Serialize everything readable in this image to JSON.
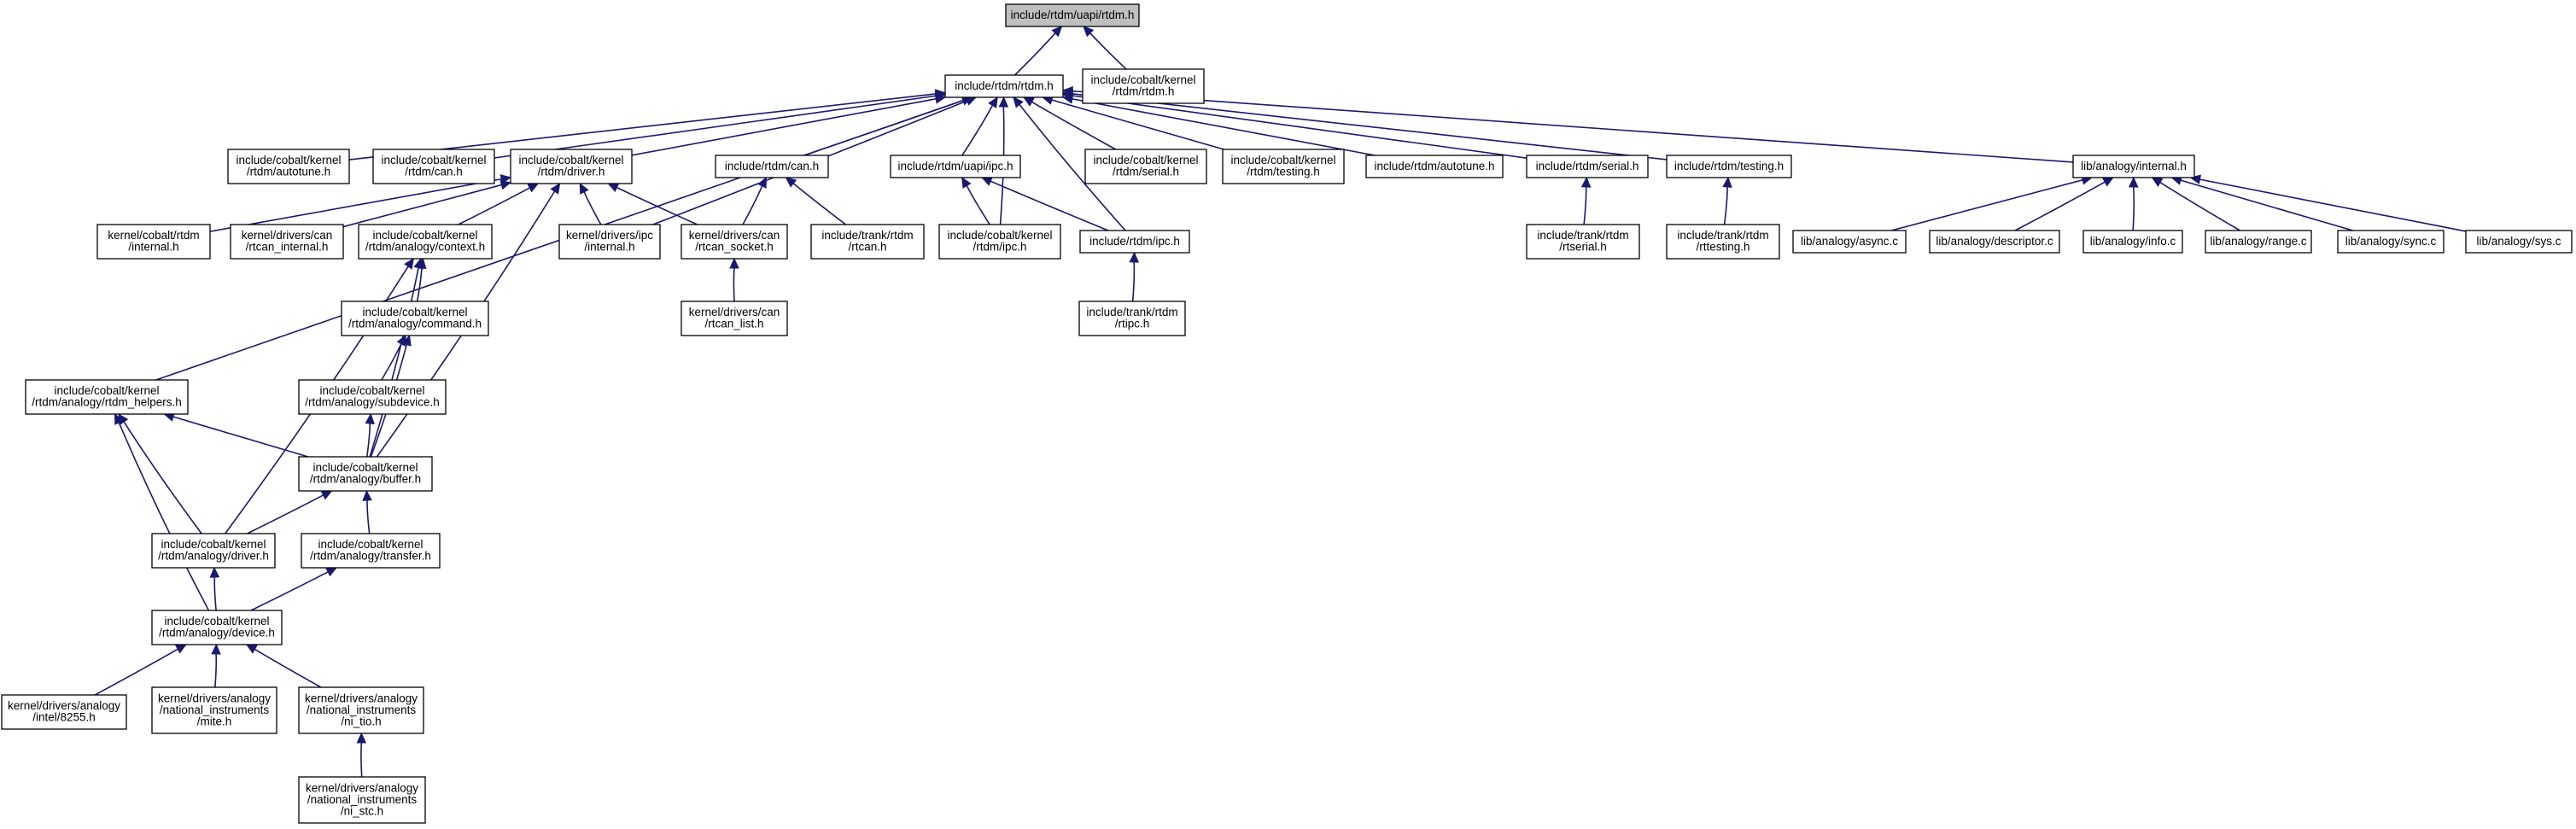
{
  "graph": {
    "nodes": [
      {
        "id": "uapi_rtdm",
        "lines": [
          "include/rtdm/uapi/rtdm.h"
        ],
        "root": true
      },
      {
        "id": "rtdm_h",
        "lines": [
          "include/rtdm/rtdm.h"
        ]
      },
      {
        "id": "cobalt_rtdm_rtdm",
        "lines": [
          "include/cobalt/kernel",
          "/rtdm/rtdm.h"
        ]
      },
      {
        "id": "cobalt_autotune",
        "lines": [
          "include/cobalt/kernel",
          "/rtdm/autotune.h"
        ]
      },
      {
        "id": "cobalt_can",
        "lines": [
          "include/cobalt/kernel",
          "/rtdm/can.h"
        ]
      },
      {
        "id": "cobalt_driver",
        "lines": [
          "include/cobalt/kernel",
          "/rtdm/driver.h"
        ]
      },
      {
        "id": "rtdm_can",
        "lines": [
          "include/rtdm/can.h"
        ]
      },
      {
        "id": "uapi_ipc",
        "lines": [
          "include/rtdm/uapi/ipc.h"
        ]
      },
      {
        "id": "cobalt_serial",
        "lines": [
          "include/cobalt/kernel",
          "/rtdm/serial.h"
        ]
      },
      {
        "id": "cobalt_testing",
        "lines": [
          "include/cobalt/kernel",
          "/rtdm/testing.h"
        ]
      },
      {
        "id": "rtdm_autotune",
        "lines": [
          "include/rtdm/autotune.h"
        ]
      },
      {
        "id": "rtdm_serial",
        "lines": [
          "include/rtdm/serial.h"
        ]
      },
      {
        "id": "rtdm_testing",
        "lines": [
          "include/rtdm/testing.h"
        ]
      },
      {
        "id": "analogy_internal",
        "lines": [
          "lib/analogy/internal.h"
        ]
      },
      {
        "id": "cobalt_internal",
        "lines": [
          "kernel/cobalt/rtdm",
          "/internal.h"
        ]
      },
      {
        "id": "can_internal",
        "lines": [
          "kernel/drivers/can",
          "/rtcan_internal.h"
        ]
      },
      {
        "id": "analogy_context",
        "lines": [
          "include/cobalt/kernel",
          "/rtdm/analogy/context.h"
        ]
      },
      {
        "id": "ipc_internal",
        "lines": [
          "kernel/drivers/ipc",
          "/internal.h"
        ]
      },
      {
        "id": "rtcan_socket",
        "lines": [
          "kernel/drivers/can",
          "/rtcan_socket.h"
        ]
      },
      {
        "id": "trank_rtcan",
        "lines": [
          "include/trank/rtdm",
          "/rtcan.h"
        ]
      },
      {
        "id": "cobalt_ipc",
        "lines": [
          "include/cobalt/kernel",
          "/rtdm/ipc.h"
        ]
      },
      {
        "id": "rtdm_ipc",
        "lines": [
          "include/rtdm/ipc.h"
        ]
      },
      {
        "id": "trank_rtserial",
        "lines": [
          "include/trank/rtdm",
          "/rtserial.h"
        ]
      },
      {
        "id": "trank_rttesting",
        "lines": [
          "include/trank/rtdm",
          "/rttesting.h"
        ]
      },
      {
        "id": "lib_async",
        "lines": [
          "lib/analogy/async.c"
        ]
      },
      {
        "id": "lib_descriptor",
        "lines": [
          "lib/analogy/descriptor.c"
        ]
      },
      {
        "id": "lib_info",
        "lines": [
          "lib/analogy/info.c"
        ]
      },
      {
        "id": "lib_range",
        "lines": [
          "lib/analogy/range.c"
        ]
      },
      {
        "id": "lib_sync",
        "lines": [
          "lib/analogy/sync.c"
        ]
      },
      {
        "id": "lib_sys",
        "lines": [
          "lib/analogy/sys.c"
        ]
      },
      {
        "id": "analogy_command",
        "lines": [
          "include/cobalt/kernel",
          "/rtdm/analogy/command.h"
        ]
      },
      {
        "id": "rtcan_list",
        "lines": [
          "kernel/drivers/can",
          "/rtcan_list.h"
        ]
      },
      {
        "id": "trank_rtipc",
        "lines": [
          "include/trank/rtdm",
          "/rtipc.h"
        ]
      },
      {
        "id": "analogy_rtdm_helpers",
        "lines": [
          "include/cobalt/kernel",
          "/rtdm/analogy/rtdm_helpers.h"
        ]
      },
      {
        "id": "analogy_subdevice",
        "lines": [
          "include/cobalt/kernel",
          "/rtdm/analogy/subdevice.h"
        ]
      },
      {
        "id": "analogy_buffer",
        "lines": [
          "include/cobalt/kernel",
          "/rtdm/analogy/buffer.h"
        ]
      },
      {
        "id": "analogy_driver",
        "lines": [
          "include/cobalt/kernel",
          "/rtdm/analogy/driver.h"
        ]
      },
      {
        "id": "analogy_transfer",
        "lines": [
          "include/cobalt/kernel",
          "/rtdm/analogy/transfer.h"
        ]
      },
      {
        "id": "analogy_device",
        "lines": [
          "include/cobalt/kernel",
          "/rtdm/analogy/device.h"
        ]
      },
      {
        "id": "intel_8255",
        "lines": [
          "kernel/drivers/analogy",
          "/intel/8255.h"
        ]
      },
      {
        "id": "ni_mite",
        "lines": [
          "kernel/drivers/analogy",
          "/national_instruments",
          "/mite.h"
        ]
      },
      {
        "id": "ni_tio",
        "lines": [
          "kernel/drivers/analogy",
          "/national_instruments",
          "/ni_tio.h"
        ]
      },
      {
        "id": "ni_stc",
        "lines": [
          "kernel/drivers/analogy",
          "/national_instruments",
          "/ni_stc.h"
        ]
      }
    ],
    "edges": [
      {
        "from": "rtdm_h",
        "to": "uapi_rtdm"
      },
      {
        "from": "cobalt_rtdm_rtdm",
        "to": "uapi_rtdm"
      },
      {
        "from": "cobalt_autotune",
        "to": "rtdm_h"
      },
      {
        "from": "cobalt_can",
        "to": "rtdm_h"
      },
      {
        "from": "cobalt_driver",
        "to": "rtdm_h"
      },
      {
        "from": "rtdm_can",
        "to": "rtdm_h"
      },
      {
        "from": "uapi_ipc",
        "to": "rtdm_h"
      },
      {
        "from": "cobalt_serial",
        "to": "rtdm_h"
      },
      {
        "from": "cobalt_testing",
        "to": "rtdm_h"
      },
      {
        "from": "rtdm_autotune",
        "to": "rtdm_h"
      },
      {
        "from": "rtdm_serial",
        "to": "rtdm_h"
      },
      {
        "from": "rtdm_testing",
        "to": "rtdm_h"
      },
      {
        "from": "analogy_internal",
        "to": "rtdm_h"
      },
      {
        "from": "ipc_internal",
        "to": "rtdm_h"
      },
      {
        "from": "analogy_rtdm_helpers",
        "to": "rtdm_h"
      },
      {
        "from": "cobalt_ipc",
        "to": "rtdm_h"
      },
      {
        "from": "rtdm_ipc",
        "to": "rtdm_h"
      },
      {
        "from": "cobalt_internal",
        "to": "cobalt_driver"
      },
      {
        "from": "can_internal",
        "to": "cobalt_driver"
      },
      {
        "from": "analogy_context",
        "to": "cobalt_driver"
      },
      {
        "from": "ipc_internal",
        "to": "cobalt_driver"
      },
      {
        "from": "rtcan_socket",
        "to": "cobalt_driver"
      },
      {
        "from": "analogy_buffer",
        "to": "cobalt_driver"
      },
      {
        "from": "rtcan_socket",
        "to": "rtdm_can"
      },
      {
        "from": "trank_rtcan",
        "to": "rtdm_can"
      },
      {
        "from": "cobalt_ipc",
        "to": "uapi_ipc"
      },
      {
        "from": "rtdm_ipc",
        "to": "uapi_ipc"
      },
      {
        "from": "trank_rtserial",
        "to": "rtdm_serial"
      },
      {
        "from": "trank_rttesting",
        "to": "rtdm_testing"
      },
      {
        "from": "lib_async",
        "to": "analogy_internal"
      },
      {
        "from": "lib_descriptor",
        "to": "analogy_internal"
      },
      {
        "from": "lib_info",
        "to": "analogy_internal"
      },
      {
        "from": "lib_range",
        "to": "analogy_internal"
      },
      {
        "from": "lib_sync",
        "to": "analogy_internal"
      },
      {
        "from": "lib_sys",
        "to": "analogy_internal"
      },
      {
        "from": "analogy_command",
        "to": "analogy_context"
      },
      {
        "from": "analogy_buffer",
        "to": "analogy_context"
      },
      {
        "from": "analogy_driver",
        "to": "analogy_context"
      },
      {
        "from": "rtcan_list",
        "to": "rtcan_socket"
      },
      {
        "from": "trank_rtipc",
        "to": "rtdm_ipc"
      },
      {
        "from": "analogy_subdevice",
        "to": "analogy_command"
      },
      {
        "from": "analogy_buffer",
        "to": "analogy_command"
      },
      {
        "from": "analogy_buffer",
        "to": "analogy_subdevice"
      },
      {
        "from": "analogy_buffer",
        "to": "analogy_rtdm_helpers"
      },
      {
        "from": "analogy_driver",
        "to": "analogy_rtdm_helpers"
      },
      {
        "from": "analogy_device",
        "to": "analogy_rtdm_helpers"
      },
      {
        "from": "analogy_driver",
        "to": "analogy_buffer"
      },
      {
        "from": "analogy_transfer",
        "to": "analogy_buffer"
      },
      {
        "from": "analogy_device",
        "to": "analogy_driver"
      },
      {
        "from": "analogy_device",
        "to": "analogy_transfer"
      },
      {
        "from": "intel_8255",
        "to": "analogy_device"
      },
      {
        "from": "ni_mite",
        "to": "analogy_device"
      },
      {
        "from": "ni_tio",
        "to": "analogy_device"
      },
      {
        "from": "ni_stc",
        "to": "ni_tio"
      }
    ]
  }
}
